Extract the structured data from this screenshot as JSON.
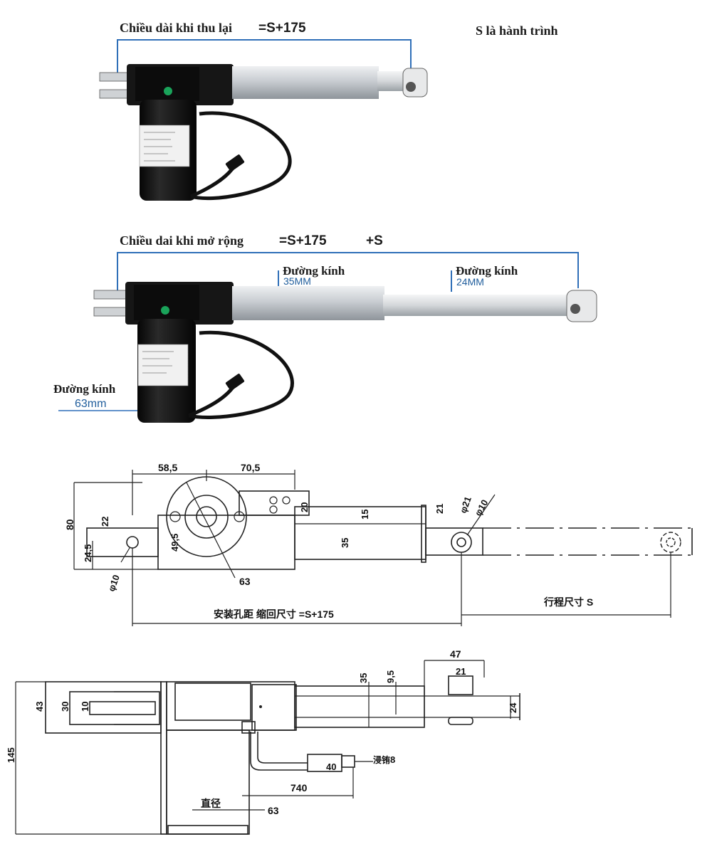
{
  "photo1": {
    "label_text": "Chiều dài khi thu lại ",
    "label_value": "=S+175",
    "stroke_note": "S là hành trình"
  },
  "photo2": {
    "label_text": "Chiều dai khi mở rộng",
    "label_value": "=S+175",
    "label_plus": "+S",
    "diam1_label": "Đường kính",
    "diam1_value": "35MM",
    "diam2_label": "Đường kính",
    "diam2_value": "24MM",
    "diam3_label": "Đường kính",
    "diam3_value": "63mm"
  },
  "drawing1": {
    "dims": {
      "d58": "58,5",
      "d70": "70,5",
      "d80": "80",
      "d22": "22",
      "d245": "24,5",
      "d49": "49,5",
      "d20": "20",
      "d15": "15",
      "d35": "35",
      "d21": "21",
      "d921": "φ21",
      "d910b": "φ10",
      "d910": "φ10",
      "d63": "63"
    },
    "install_label": "安装孔距 缩回尺寸 =S+175",
    "stroke_label": "行程尺寸  S"
  },
  "drawing2": {
    "dims": {
      "d47": "47",
      "d21": "21",
      "d35": "35",
      "d95": "9,5",
      "d24": "24",
      "d43": "43",
      "d30": "30",
      "d10": "10",
      "d145": "145",
      "d40": "40",
      "d8": "8",
      "d740": "740",
      "d63": "63"
    },
    "diameter_label": "直径"
  },
  "colors": {
    "bracket_blue": "#2f6fb8",
    "motor_black": "#141414",
    "tube_silver": "#c9cdd2"
  }
}
